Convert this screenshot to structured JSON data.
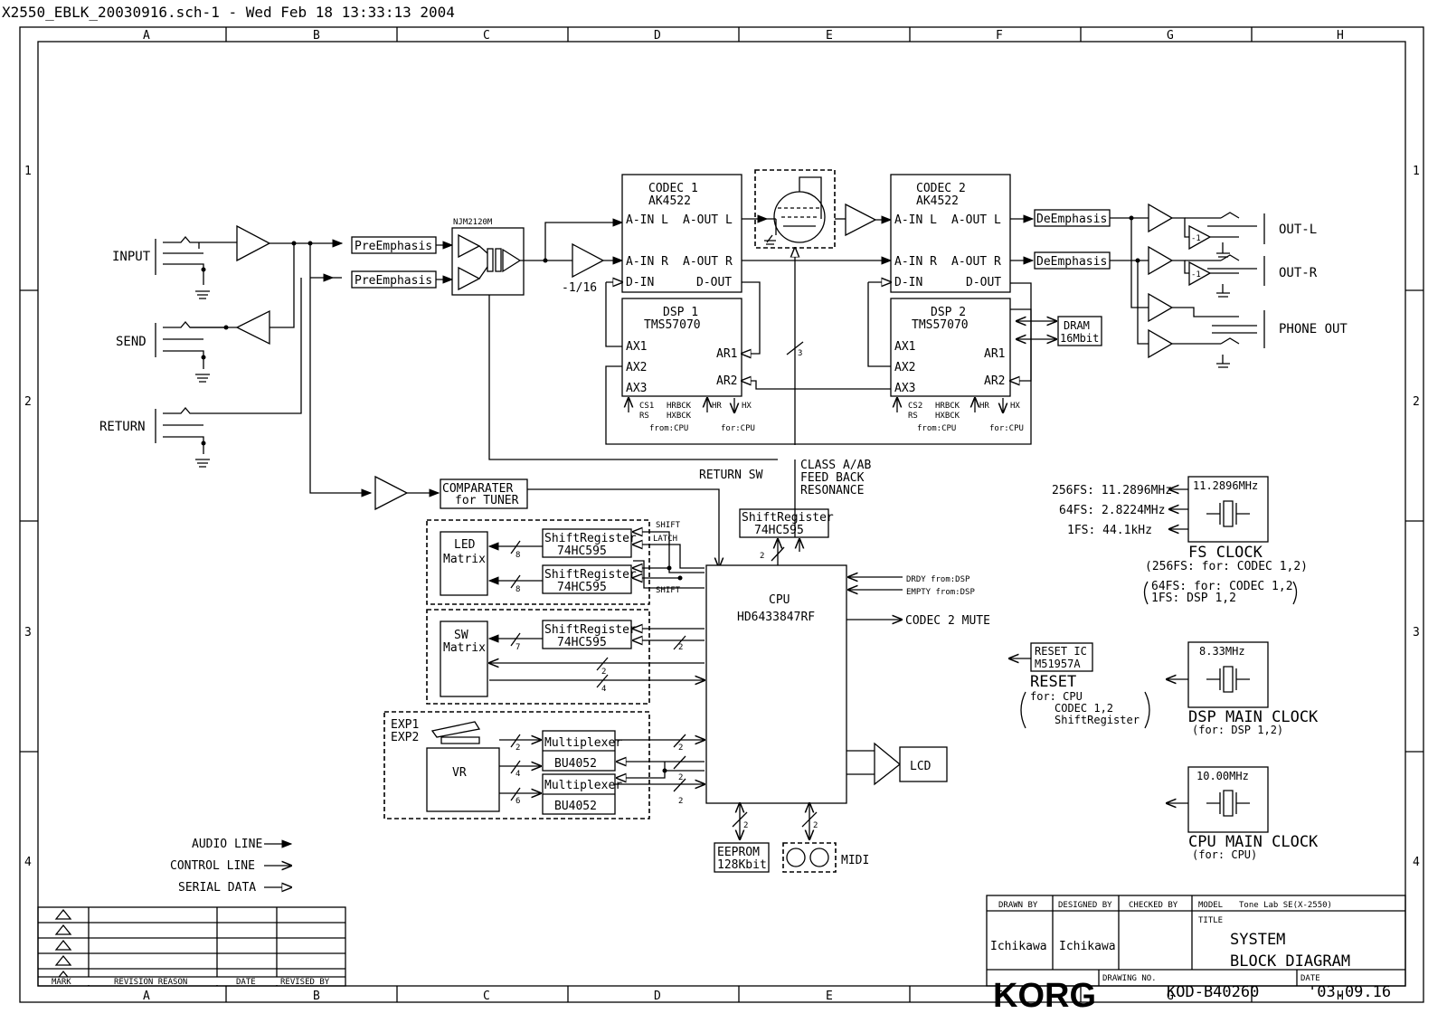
{
  "header": {
    "title": "X2550_EBLK_20030916.sch-1 - Wed Feb 18 13:33:13 2004"
  },
  "grid": {
    "columns": [
      "A",
      "B",
      "C",
      "D",
      "E",
      "F",
      "G",
      "H"
    ],
    "rows": [
      "1",
      "2",
      "3",
      "4"
    ]
  },
  "jacks": {
    "input": "INPUT",
    "send": "SEND",
    "return": "RETURN"
  },
  "blocks": {
    "preemph1": "PreEmphasis",
    "preemph2": "PreEmphasis",
    "njm": "NJM2120M",
    "gain": "-1/16",
    "codec1": [
      "CODEC 1",
      "AK4522"
    ],
    "codec2": [
      "CODEC 2",
      "AK4522"
    ],
    "codec_pins": {
      "ainl": "A-IN L",
      "aoutl": "A-OUT L",
      "ainr": "A-IN R",
      "aoutr": "A-OUT R",
      "din": "D-IN",
      "dout": "D-OUT"
    },
    "dsp1": [
      "DSP 1",
      "TMS57070"
    ],
    "dsp2": [
      "DSP 2",
      "TMS57070"
    ],
    "dsp_pins": {
      "ax1": "AX1",
      "ax2": "AX2",
      "ax3": "AX3",
      "ar1": "AR1",
      "ar2": "AR2"
    },
    "dsp_bottom": {
      "cs1": "CS1",
      "cs2": "CS2",
      "rs": "RS",
      "hrbck": "HRBCK",
      "hxbck": "HXBCK",
      "hr": "HR",
      "hx": "HX",
      "from_cpu": "from:CPU",
      "for_cpu": "for:CPU"
    },
    "deemph1": "DeEmphasis",
    "deemph2": "DeEmphasis",
    "dram": [
      "DRAM",
      "16Mbit"
    ],
    "out_l": "OUT-L",
    "out_r": "OUT-R",
    "phone_out": "PHONE OUT",
    "inv": "-1",
    "bus3": "3",
    "class_ab": [
      "CLASS A/AB",
      "FEED BACK",
      "RESONANCE"
    ],
    "return_sw": "RETURN SW",
    "comparator": [
      "COMPARATER",
      "for TUNER"
    ],
    "shift_top": [
      "ShiftRegister",
      "74HC595"
    ],
    "shift_led1": [
      "ShiftRegister",
      "74HC595"
    ],
    "shift_led2": [
      "ShiftRegister",
      "74HC595"
    ],
    "shift_sw": [
      "ShiftRegister",
      "74HC595"
    ],
    "led_matrix": [
      "LED",
      "Matrix"
    ],
    "sw_matrix": [
      "SW",
      "Matrix"
    ],
    "shift_label": "SHIFT",
    "latch_label": "LATCH",
    "cpu": [
      "CPU",
      "HD6433847RF"
    ],
    "drdy": "DRDY  from:DSP",
    "empty": "EMPTY from:DSP",
    "codec2_mute": "CODEC 2 MUTE",
    "exp": [
      "EXP1",
      "EXP2"
    ],
    "vr": "VR",
    "mux1": [
      "Multiplexer",
      "BU4052"
    ],
    "mux2": [
      "Multiplexer",
      "BU4052"
    ],
    "lcd": "LCD",
    "eeprom": [
      "EEPROM",
      "128Kbit"
    ],
    "midi": "MIDI",
    "bus_counts": {
      "n8": "8",
      "n7": "7",
      "n2": "2",
      "n4": "4",
      "n6": "6"
    }
  },
  "clocks": {
    "fs_crystal": "11.2896MHz",
    "fs_outputs": [
      "256FS: 11.2896MHz",
      "64FS: 2.8224MHz",
      "1FS: 44.1kHz"
    ],
    "fs_title": "FS CLOCK",
    "fs_notes": [
      "(256FS: for: CODEC 1,2)",
      "64FS:  for: CODEC 1,2",
      "1FS:        DSP 1,2"
    ],
    "reset_ic": [
      "RESET IC",
      "M51957A"
    ],
    "reset": "RESET",
    "reset_notes": [
      "for: CPU",
      "CODEC 1,2",
      "ShiftRegister"
    ],
    "dsp_crystal": "8.33MHz",
    "dsp_title": "DSP MAIN CLOCK",
    "dsp_note": "(for: DSP 1,2)",
    "cpu_crystal": "10.00MHz",
    "cpu_title": "CPU MAIN CLOCK",
    "cpu_note": "(for: CPU)"
  },
  "legend": {
    "audio": "AUDIO LINE",
    "control": "CONTROL LINE",
    "serial": "SERIAL DATA"
  },
  "revision": {
    "mark": "MARK",
    "reason": "REVISION REASON",
    "date": "DATE",
    "revised_by": "REVISED BY"
  },
  "title_block": {
    "drawn_by_label": "DRAWN BY",
    "drawn_by": "Ichikawa",
    "designed_by_label": "DESIGNED BY",
    "designed_by": "Ichikawa",
    "checked_by_label": "CHECKED BY",
    "model_label": "MODEL",
    "model": "Tone Lab SE(X-2550)",
    "title_label": "TITLE",
    "title": [
      "SYSTEM",
      "BLOCK DIAGRAM"
    ],
    "logo": "KORG",
    "drawing_no_label": "DRAWING NO.",
    "drawing_no": "KOD-B40260",
    "date_label": "DATE",
    "date": "'03.09.16"
  }
}
